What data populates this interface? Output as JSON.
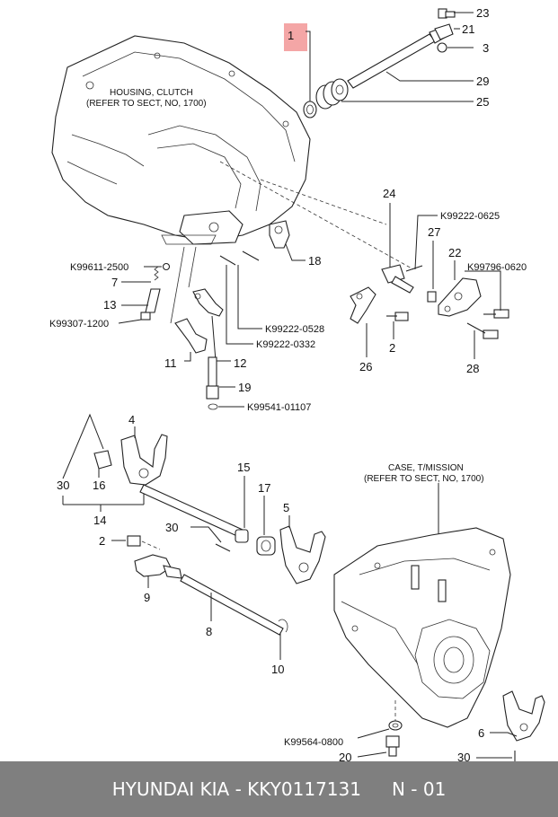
{
  "callouts": {
    "c1": "1",
    "c2a": "2",
    "c2b": "2",
    "c3": "3",
    "c4": "4",
    "c5": "5",
    "c6": "6",
    "c7": "7",
    "c8": "8",
    "c9": "9",
    "c10": "10",
    "c11": "11",
    "c12": "12",
    "c13": "13",
    "c14": "14",
    "c15": "15",
    "c16": "16",
    "c17": "17",
    "c18": "18",
    "c19": "19",
    "c20": "20",
    "c21": "21",
    "c22": "22",
    "c23": "23",
    "c24": "24",
    "c25": "25",
    "c26": "26",
    "c27": "27",
    "c28": "28",
    "c29": "29",
    "c30a": "30",
    "c30b": "30",
    "c30c": "30"
  },
  "part_numbers": {
    "p0625": "K99222-0625",
    "p0620": "K99796-0620",
    "p2500": "K99611-2500",
    "p1200": "K99307-1200",
    "p0528": "K99222-0528",
    "p0332": "K99222-0332",
    "p1107": "K99541-01107",
    "p0800": "K99564-0800"
  },
  "notes": {
    "housing_line1": "HOUSING, CLUTCH",
    "housing_line2": "(REFER TO SECT, NO, 1700)",
    "case_line1": "CASE, T/MISSION",
    "case_line2": "(REFER TO SECT, NO, 1700)"
  },
  "highlight_color": "#f4a6a6",
  "footer": {
    "brand": "HYUNDAI  KIA - KKY0117131",
    "page": "N - 01"
  }
}
